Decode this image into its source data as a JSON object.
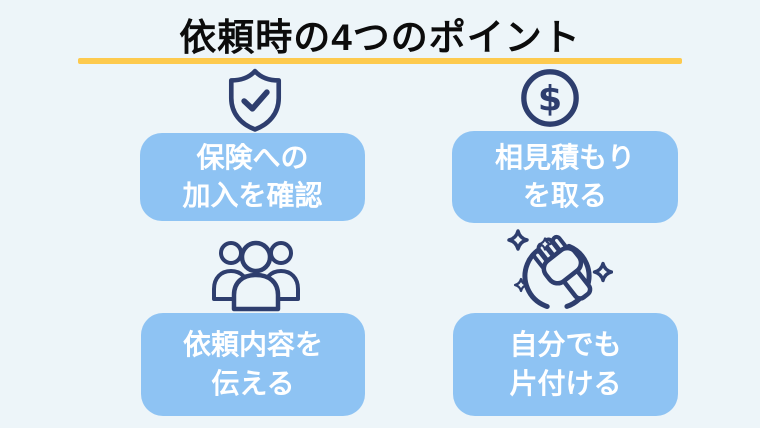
{
  "title": "依頼時の4つのポイント",
  "icons": {
    "dollar_symbol": "$"
  },
  "points": [
    {
      "icon": "shield-check-icon",
      "line1": "保険への",
      "line2": "加入を確認"
    },
    {
      "icon": "dollar-circle-icon",
      "line1": "相見積もり",
      "line2": "を取る"
    },
    {
      "icon": "people-group-icon",
      "line1": "依頼内容を",
      "line2": "伝える"
    },
    {
      "icon": "cleaning-hand-icon",
      "line1": "自分でも",
      "line2": "片付ける"
    }
  ],
  "colors": {
    "background": "#edf5f9",
    "box_fill": "#8ec3f3",
    "box_text": "#ffffff",
    "icon_stroke": "#2e3e6e",
    "title_text": "#0c0c0c",
    "title_underline": "#fdca4e"
  }
}
